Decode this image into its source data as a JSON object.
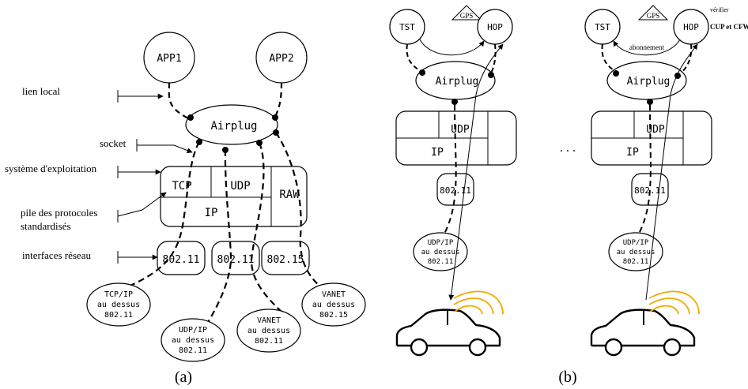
{
  "diagram_a": {
    "caption": "(a)",
    "apps": [
      "APP1",
      "APP2"
    ],
    "middleware": "Airplug",
    "stack": {
      "tcp": "TCP",
      "udp": "UDP",
      "raw": "RAW",
      "ip": "IP"
    },
    "interfaces": [
      "802.11",
      "802.11",
      "802.15"
    ],
    "side_labels": {
      "local_link": "lien local",
      "socket": "socket",
      "os": "système d'exploitation",
      "protocol_stack_line1": "pile des protocoles",
      "protocol_stack_line2": "standardisés",
      "network_interfaces": "interfaces réseau"
    },
    "bubbles": [
      {
        "lines": [
          "TCP/IP",
          "au dessus",
          "802.11"
        ]
      },
      {
        "lines": [
          "UDP/IP",
          "au dessus",
          "802.11"
        ]
      },
      {
        "lines": [
          "VANET",
          "au dessus",
          "802.11"
        ]
      },
      {
        "lines": [
          "VANET",
          "au dessus",
          "802.15"
        ]
      }
    ]
  },
  "diagram_b": {
    "caption": "(b)",
    "ellipsis": ". . .",
    "left": {
      "tst": "TST",
      "hop": "HOP",
      "gps": "GPS",
      "middleware": "Airplug",
      "udp": "UDP",
      "ip": "IP",
      "interface": "802.11",
      "bubble": [
        "UDP/IP",
        "au dessus",
        "802.11"
      ]
    },
    "right": {
      "tst": "TST",
      "hop": "HOP",
      "gps": "GPS",
      "middleware": "Airplug",
      "udp": "UDP",
      "ip": "IP",
      "interface": "802.11",
      "subscription": "abonnement",
      "verify_line1": "vérifier",
      "verify_line2": "CUP et CFW",
      "bubble": [
        "UDP/IP",
        "au dessus",
        "802.11"
      ]
    }
  },
  "colors": {
    "ink": "#000000",
    "signal": "#f2a900",
    "background": "#ffffff"
  }
}
